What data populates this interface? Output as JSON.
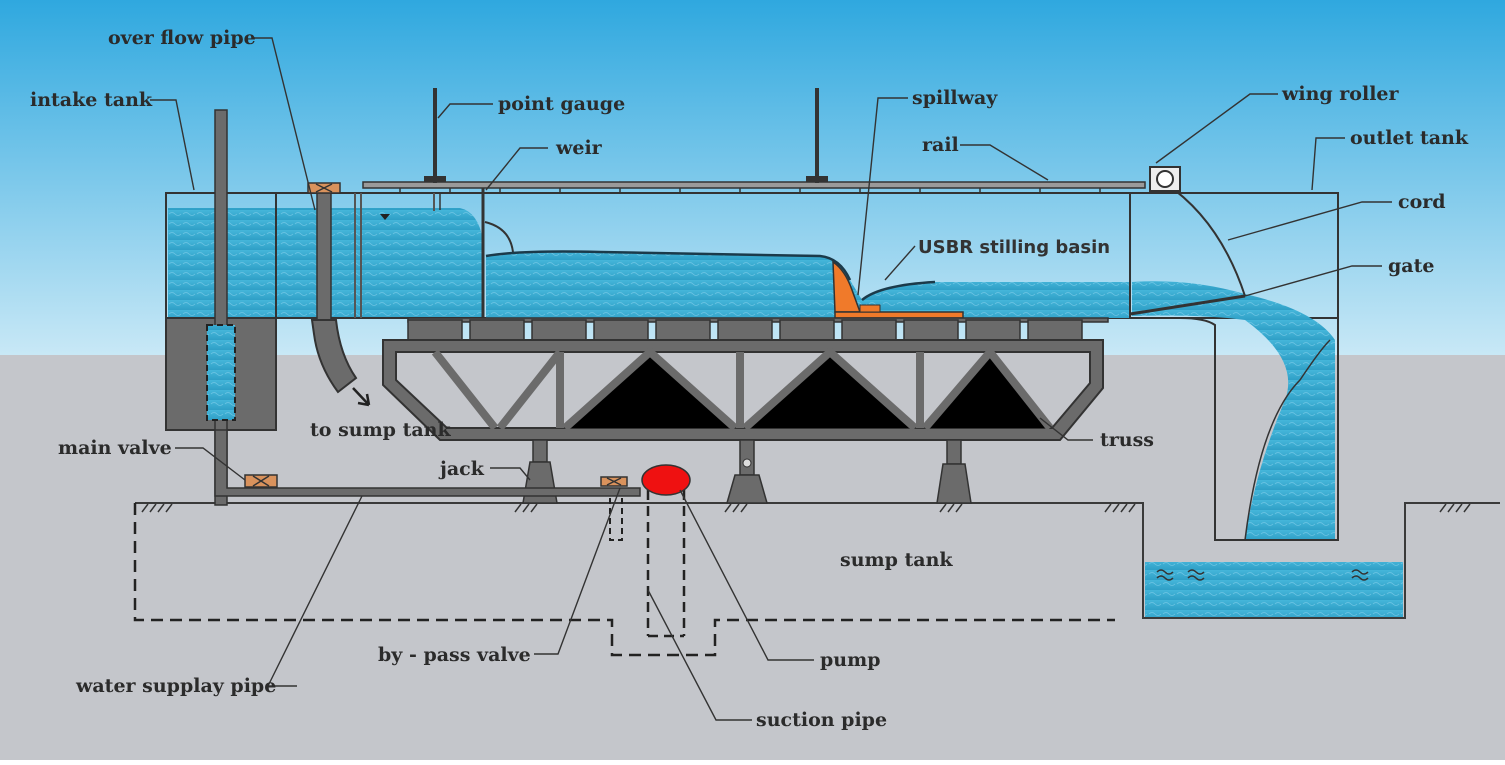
{
  "labels": {
    "over_flow_pipe": "over flow pipe",
    "intake_tank": "intake tank",
    "point_gauge": "point gauge",
    "weir": "weir",
    "spillway": "spillway",
    "rail": "rail",
    "wing_roller": "wing roller",
    "outlet_tank": "outlet tank",
    "cord": "cord",
    "usbr_stilling_basin": "USBR stilling basin",
    "gate": "gate",
    "to_sump_tank": "to sump tank",
    "truss": "truss",
    "main_valve": "main valve",
    "jack": "jack",
    "sump_tank": "sump tank",
    "by_pass_valve": "by - pass valve",
    "pump": "pump",
    "water_supply_pipe": "water supplay pipe",
    "suction_pipe": "suction pipe"
  },
  "colors": {
    "sky_top": "#2fa8df",
    "sky_bottom": "#c8e8f6",
    "ground": "#c4c6cb",
    "water": "#3fb2d7",
    "water_light": "#8fd6ee",
    "metal": "#6b6b6b",
    "basin": "#f07a2a",
    "pump": "#ef1111",
    "valve": "#d9925c"
  }
}
